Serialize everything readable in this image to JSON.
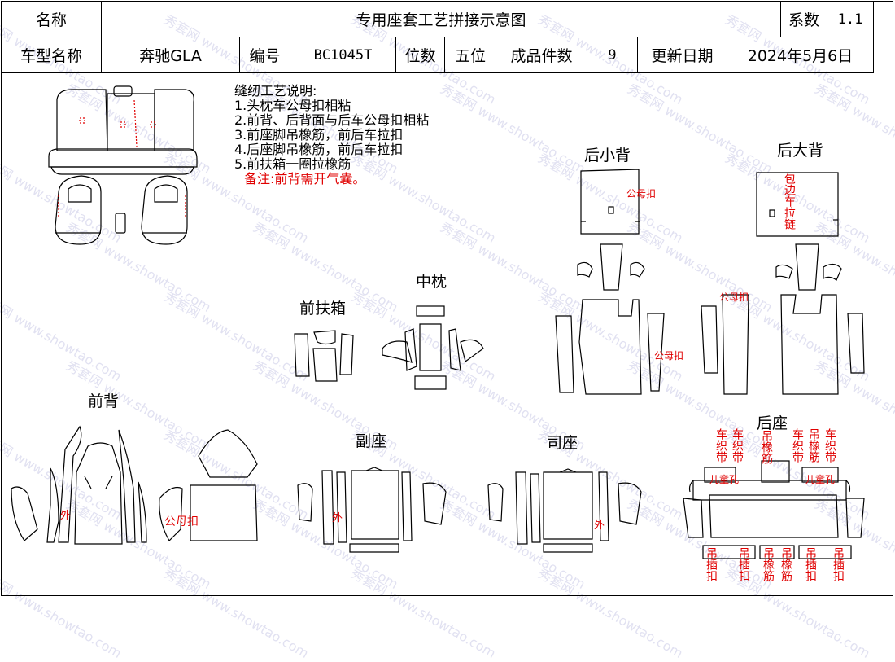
{
  "header": {
    "name_label": "名称",
    "title": "专用座套工艺拼接示意图",
    "series_label": "系数",
    "series_value": "1.1",
    "model_label": "车型名称",
    "model_value": "奔驰GLA",
    "code_label": "编号",
    "code_value": "BC1045T",
    "seat_label": "位数",
    "seat_value": "五位",
    "count_label": "成品件数",
    "count_value": "9",
    "date_label": "更新日期",
    "date_value": "2024年5月6日"
  },
  "notes": {
    "heading": "缝纫工艺说明:",
    "items": [
      "1.头枕车公母扣相粘",
      "2.前背、后背面与后车公母扣相粘",
      "3.前座脚吊橡筋，前后车拉扣",
      "4.后座脚吊橡筋，前后车拉扣",
      "5.前扶箱一圈拉橡筋"
    ],
    "remark": "备注:前背需开气囊。"
  },
  "sections": {
    "rear_small_back": "后小背",
    "rear_big_back": "后大背",
    "middle_headrest": "中枕",
    "front_armrest": "前扶箱",
    "front_back": "前背",
    "passenger_seat": "副座",
    "driver_seat": "司座",
    "rear_seat": "后座"
  },
  "tags": {
    "snap": "公母扣",
    "outer": "外",
    "edge_zip": "包边车拉链",
    "webbing": "车织带",
    "rubber": "吊橡筋",
    "child_hole": "儿童孔",
    "hang_insert": "吊插扣"
  },
  "watermark": {
    "cn": "秀套网",
    "url": "www.showtao.com"
  }
}
